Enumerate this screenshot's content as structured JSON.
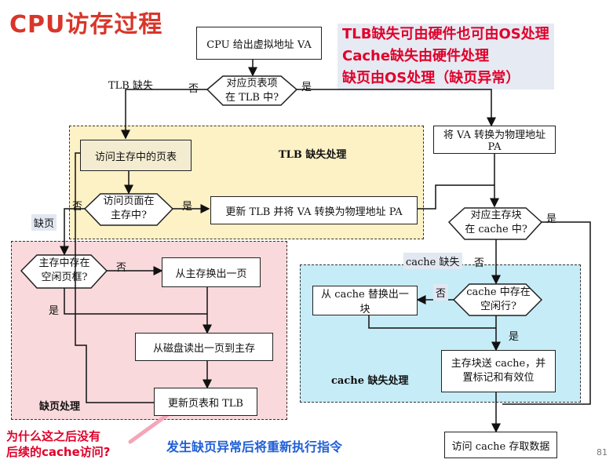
{
  "title": "CPU访存过程",
  "notes": [
    "TLB缺失可由硬件也可由OS处理",
    "Cache缺失由硬件处理",
    "缺页由OS处理（缺页异常）"
  ],
  "regions": {
    "tlb_miss": "TLB 缺失处理",
    "page_fault": "缺页处理",
    "cache_miss": "cache 缺失处理"
  },
  "boxes": {
    "cpu_va": "CPU 给出虚拟地址 VA",
    "access_page_table": "访问主存中的页表",
    "update_tlb": "更新 TLB 并将 VA 转换为物理地址 PA",
    "va_to_pa": "将 VA 转换为物理地址 PA",
    "swap_out_page": "从主存换出一页",
    "read_disk": "从磁盘读出一页到主存",
    "update_pt_tlb": "更新页表和 TLB",
    "cache_replace": "从 cache 替换出一块",
    "send_block_line1": "主存块送 cache，并",
    "send_block_line2": "置标记和有效位",
    "access_cache": "访问 cache 存取数据"
  },
  "decisions": {
    "in_tlb": [
      "对应页表项",
      "在 TLB 中?"
    ],
    "page_in_mem": [
      "访问页面在",
      "主存中?"
    ],
    "free_frame": [
      "主存中存在",
      "空闲页框?"
    ],
    "in_cache": [
      "对应主存块",
      "在 cache 中?"
    ],
    "free_line": [
      "cache 中存在",
      "空闲行?"
    ]
  },
  "edge_labels": {
    "tlb_miss": "TLB 缺失",
    "no1": "否",
    "yes1": "是",
    "no2": "否",
    "yes2": "是",
    "page_miss": "缺页",
    "no3": "否",
    "yes3": "是",
    "yes4": "是",
    "cache_miss": "cache 缺失",
    "no4": "否",
    "no5": "否",
    "yes5": "是"
  },
  "question": [
    "为什么这之后没有",
    "后续的cache访问?"
  ],
  "restart": "发生缺页异常后将重新执行指令",
  "page_number": "81",
  "colors": {
    "title": "#d8362a",
    "notes": "#e0002a",
    "tlb_region": "#fdf1c6",
    "page_fault_region": "#f9d9dc",
    "cache_region": "#c6ecf7",
    "restart": "#1f5fd6"
  }
}
